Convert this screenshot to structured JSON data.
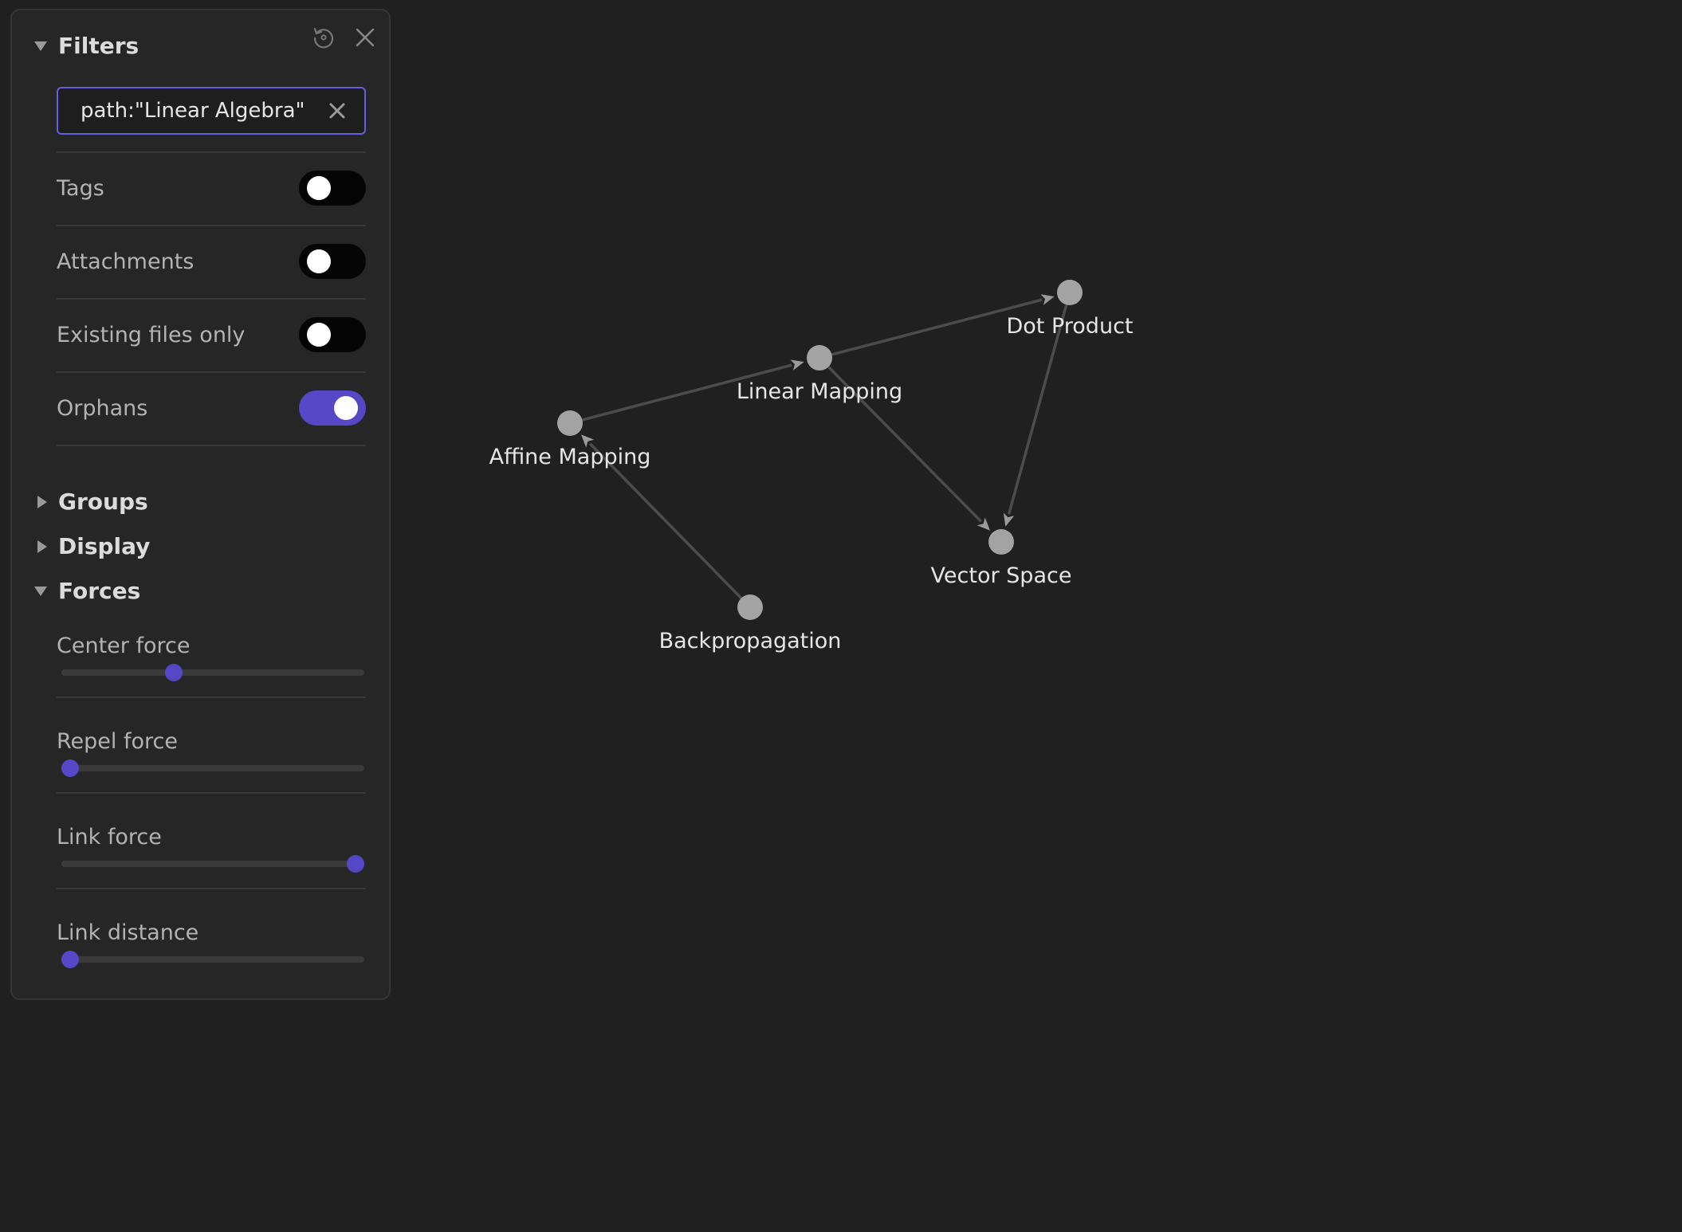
{
  "filters": {
    "title": "Filters",
    "search": {
      "value": "path:\"Linear Algebra\"",
      "placeholder": ""
    },
    "toggles": [
      {
        "label": "Tags",
        "on": false
      },
      {
        "label": "Attachments",
        "on": false
      },
      {
        "label": "Existing files only",
        "on": false
      },
      {
        "label": "Orphans",
        "on": true
      }
    ]
  },
  "sections": {
    "groups": "Groups",
    "display": "Display",
    "forces": "Forces"
  },
  "forces": {
    "sliders": [
      {
        "label": "Center force",
        "value": 0.37
      },
      {
        "label": "Repel force",
        "value": 0.03
      },
      {
        "label": "Link force",
        "value": 0.97
      },
      {
        "label": "Link distance",
        "value": 0.03
      }
    ]
  },
  "icons": {
    "reset": "reset-icon",
    "close": "close-icon",
    "clear": "clear-search-icon"
  },
  "colors": {
    "accent": "#5547c6",
    "node": "#a3a3a3",
    "background": "#202020"
  },
  "graph": {
    "nodes": [
      {
        "id": "dot",
        "label": "Dot Product"
      },
      {
        "id": "lin",
        "label": "Linear Mapping"
      },
      {
        "id": "aff",
        "label": "Affine Mapping"
      },
      {
        "id": "vec",
        "label": "Vector Space"
      },
      {
        "id": "bp",
        "label": "Backpropagation"
      }
    ],
    "edges": [
      {
        "from": "aff",
        "to": "lin"
      },
      {
        "from": "lin",
        "to": "dot"
      },
      {
        "from": "lin",
        "to": "vec"
      },
      {
        "from": "dot",
        "to": "vec"
      },
      {
        "from": "bp",
        "to": "aff"
      }
    ]
  }
}
